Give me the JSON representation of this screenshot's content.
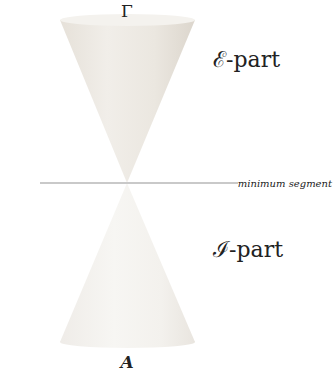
{
  "diagram": {
    "labels": [
      "Γ",
      "ℰ-part",
      "minimum segment",
      "ℐ-part",
      "A"
    ]
  }
}
